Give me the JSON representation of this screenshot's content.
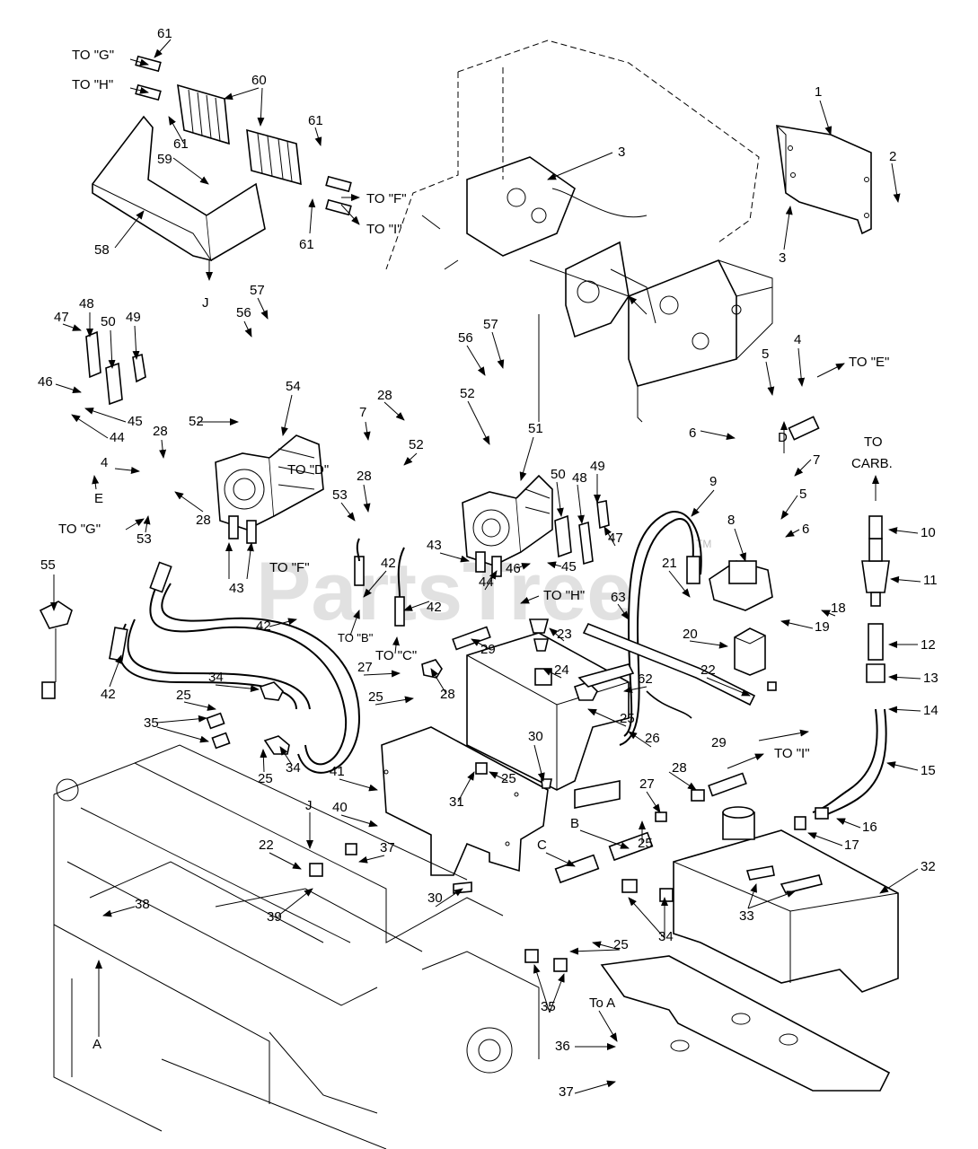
{
  "watermark": "PartsTree",
  "watermark_tm": "TM",
  "labels": {
    "n1": "1",
    "n2": "2",
    "n3a": "3",
    "n3b": "3",
    "n4a": "4",
    "n4b": "4",
    "n5a": "5",
    "n5b": "5",
    "n6a": "6",
    "n6b": "6",
    "n7a": "7",
    "n7b": "7",
    "n8": "8",
    "n9": "9",
    "n10": "10",
    "n11": "11",
    "n12": "12",
    "n13": "13",
    "n14": "14",
    "n15": "15",
    "n16": "16",
    "n17": "17",
    "n18": "18",
    "n19": "19",
    "n20": "20",
    "n21": "21",
    "n22a": "22",
    "n22b": "22",
    "n23": "23",
    "n24": "24",
    "n25a": "25",
    "n25b": "25",
    "n25c": "25",
    "n25d": "25",
    "n25e": "25",
    "n25f": "25",
    "n25g": "25",
    "n26": "26",
    "n27a": "27",
    "n27b": "27",
    "n28a": "28",
    "n28b": "28",
    "n28c": "28",
    "n28d": "28",
    "n28e": "28",
    "n28f": "28",
    "n29a": "29",
    "n29b": "29",
    "n30a": "30",
    "n30b": "30",
    "n31": "31",
    "n32": "32",
    "n33": "33",
    "n34a": "34",
    "n34b": "34",
    "n34c": "34",
    "n35a": "35",
    "n35b": "35",
    "n36": "36",
    "n37a": "37",
    "n37b": "37",
    "n38": "38",
    "n39": "39",
    "n40": "40",
    "n41": "41",
    "n42a": "42",
    "n42b": "42",
    "n42c": "42",
    "n42d": "42",
    "n43a": "43",
    "n43b": "43",
    "n44a": "44",
    "n44b": "44",
    "n45a": "45",
    "n45b": "45",
    "n46a": "46",
    "n46b": "46",
    "n47a": "47",
    "n47b": "47",
    "n48a": "48",
    "n48b": "48",
    "n49a": "49",
    "n49b": "49",
    "n50a": "50",
    "n50b": "50",
    "n51": "51",
    "n52a": "52",
    "n52b": "52",
    "n52c": "52",
    "n53a": "53",
    "n53b": "53",
    "n54": "54",
    "n55": "55",
    "n56a": "56",
    "n56b": "56",
    "n57a": "57",
    "n57b": "57",
    "n58": "58",
    "n59": "59",
    "n60": "60",
    "n61a": "61",
    "n61b": "61",
    "n61c": "61",
    "n61d": "61",
    "n62": "62",
    "n63": "63",
    "to_g1": "TO \"G\"",
    "to_h1": "TO \"H\"",
    "to_f1": "TO \"F\"",
    "to_i1": "TO \"I\"",
    "to_e": "TO \"E\"",
    "to_d": "TO \"D\"",
    "to_g2": "TO \"G\"",
    "to_f2": "TO \"F\"",
    "to_b": "TO \"B\"",
    "to_c": "TO \"C\"",
    "to_h2": "TO \"H\"",
    "to_i2": "TO \"I\"",
    "to_carb1": "TO",
    "to_carb2": "CARB.",
    "to_a": "To A",
    "ref_j1": "J",
    "ref_j2": "J",
    "ref_e": "E",
    "ref_d": "D",
    "ref_b": "B",
    "ref_c": "C",
    "ref_a": "A"
  }
}
